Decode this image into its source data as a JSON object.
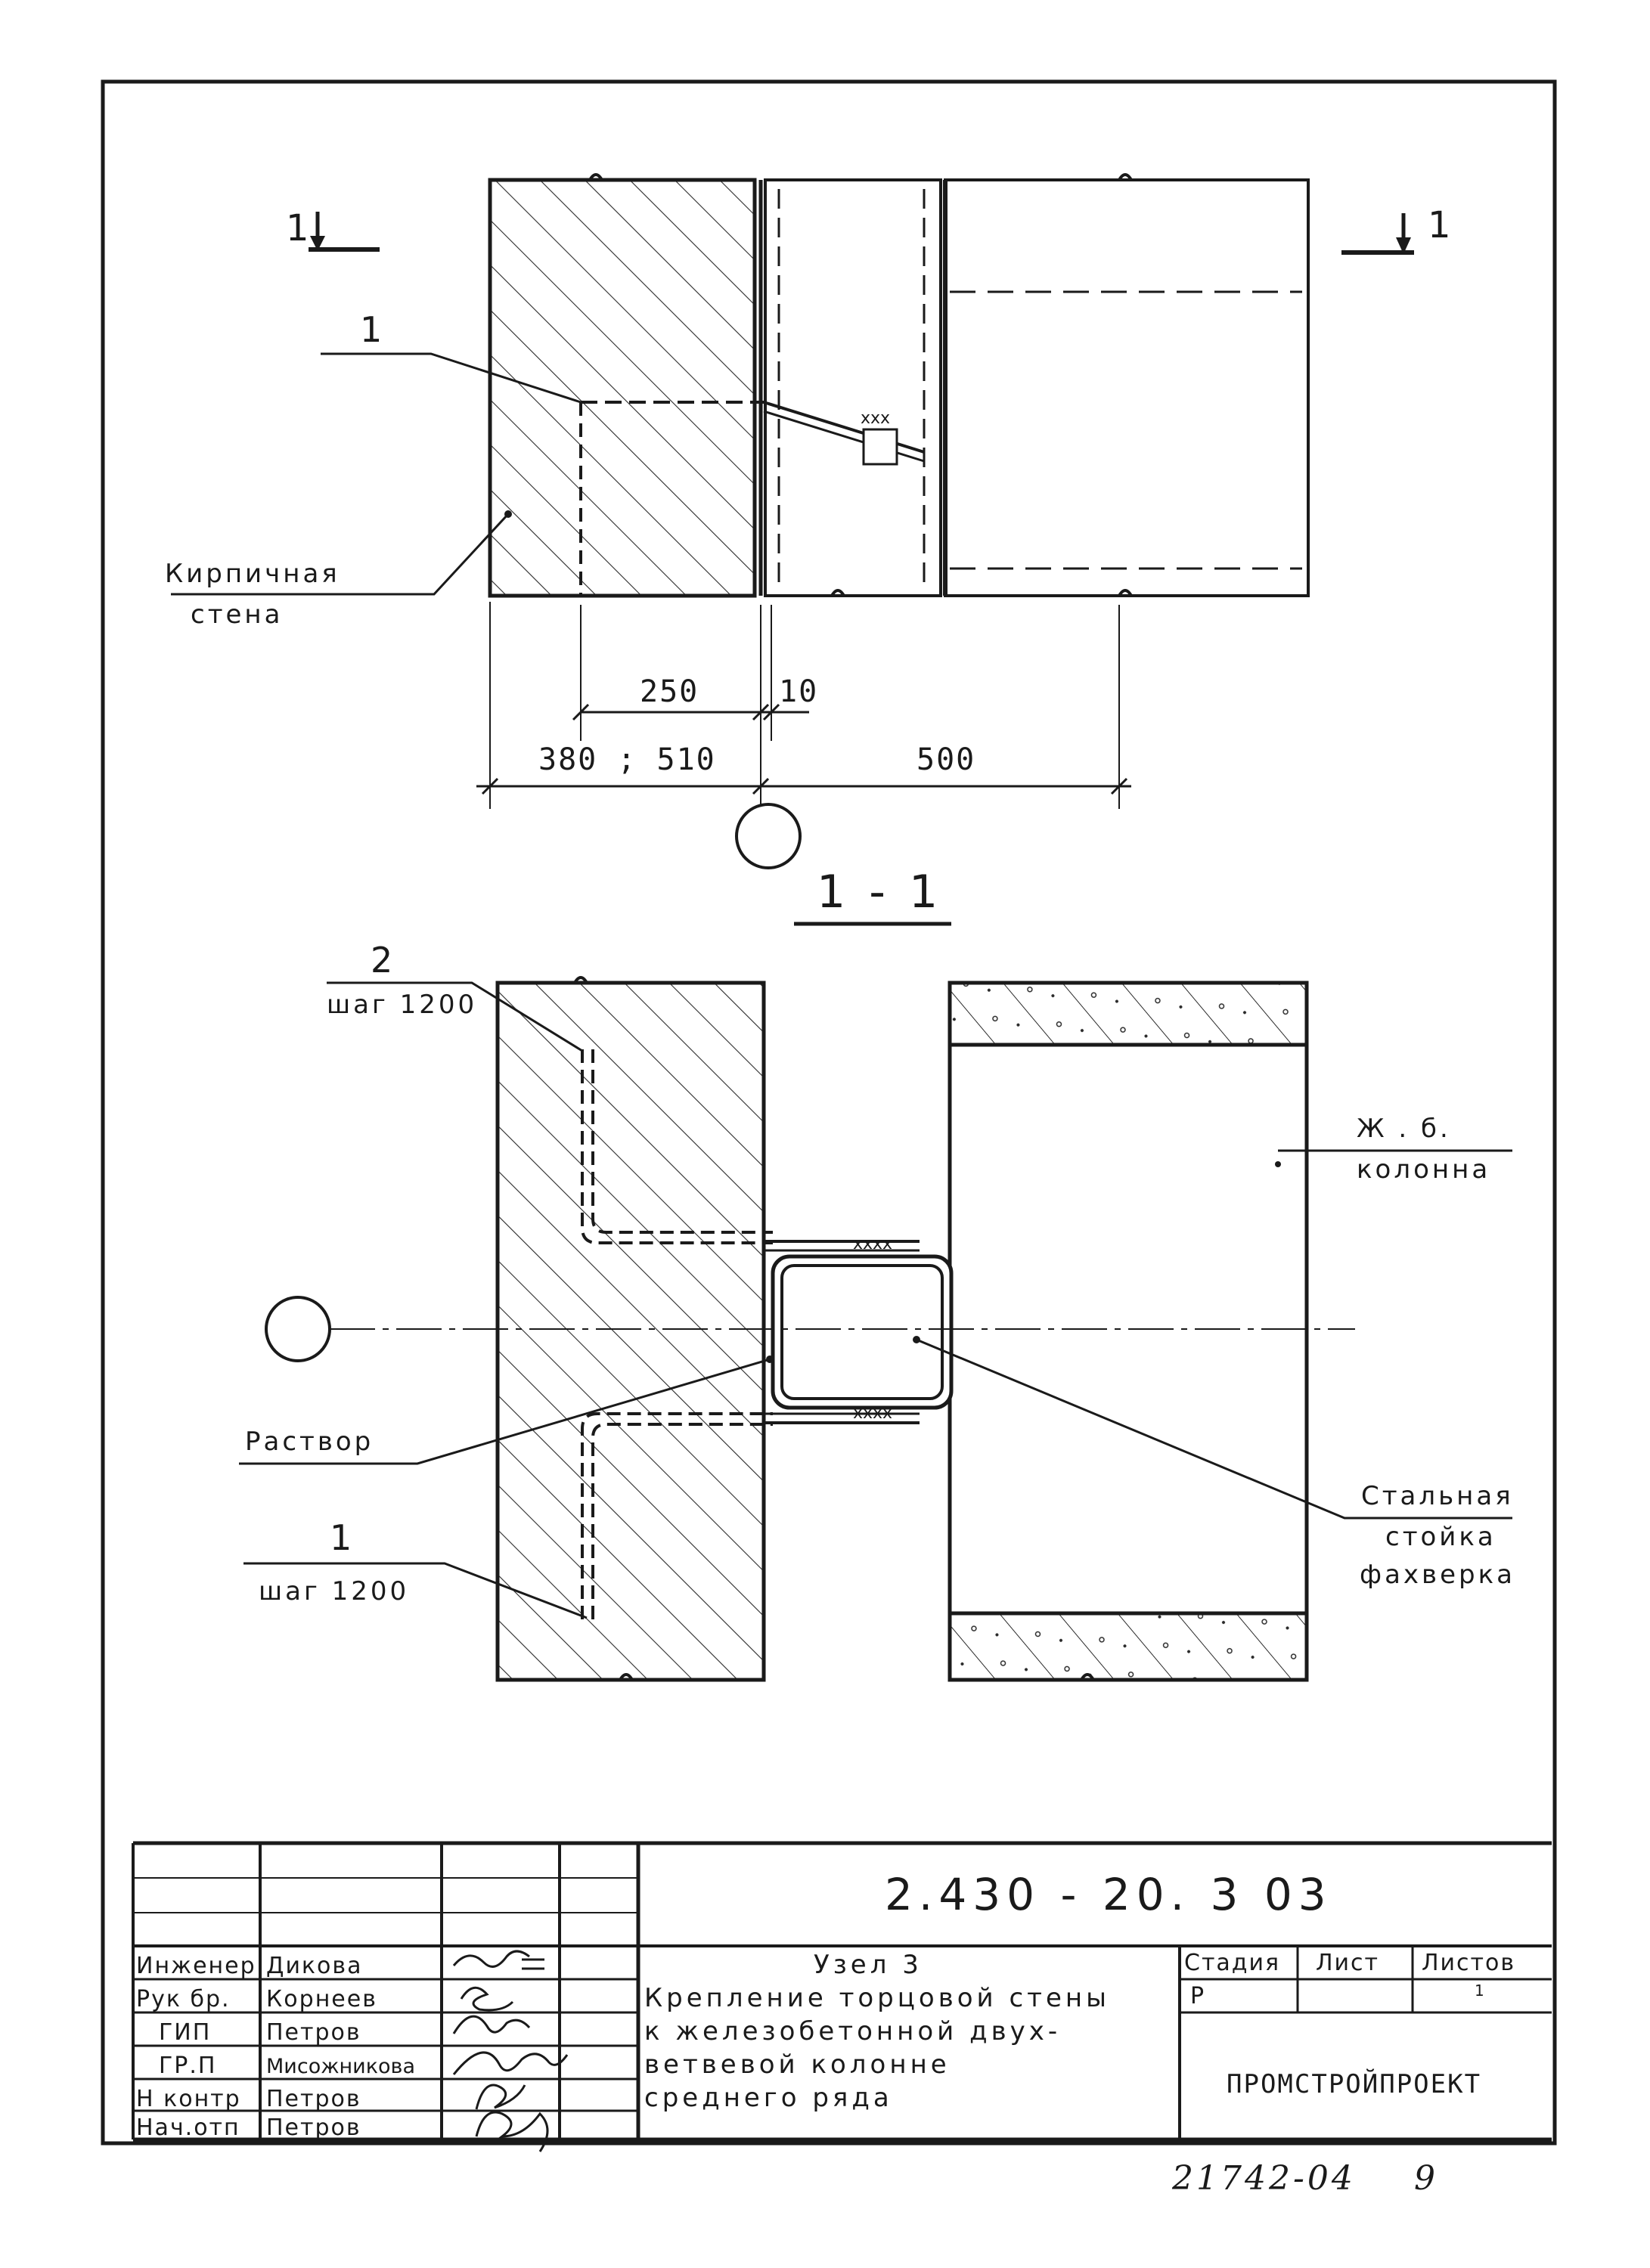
{
  "plan": {
    "section_mark": "1",
    "callout_1": "1",
    "wall_label_1": "Кирпичная",
    "wall_label_2": "стена",
    "dims": {
      "d250": "250",
      "d10": "10",
      "d380": "380 ; 510",
      "d500": "500"
    },
    "anchor_marks": "xxx"
  },
  "section": {
    "title": "1 - 1",
    "callout_2": "2",
    "step_2": "шаг 1200",
    "callout_1": "1",
    "step_1": "шаг 1200",
    "column_label_1": "Ж . б.",
    "column_label_2": "колонна",
    "mortar_label": "Раствор",
    "steel_label_1": "Стальная",
    "steel_label_2": "стойка",
    "steel_label_3": "фахверка"
  },
  "title_block": {
    "doc_code": "2.430 - 20. 3 03",
    "roles": [
      "Инженер",
      "Рук бр.",
      "ГИП",
      "ГР.П",
      "Н контр",
      "Нач.отп"
    ],
    "names": [
      "Дикова",
      "Корнеев",
      "Петров",
      "Мисожникова",
      "Петров",
      "Петров"
    ],
    "node_title": "Узел 3",
    "desc_lines": [
      "Крепление торцовой стены",
      "к железобетонной двух-",
      "ветвевой колонне",
      "среднего ряда"
    ],
    "stage_header": "Стадия",
    "sheet_header": "Лист",
    "sheets_header": "Листов",
    "stage_value": "Р",
    "sheet_value": "",
    "sheets_value": "1",
    "organization": "ПРОМСТРОЙПРОЕКТ"
  },
  "footer": {
    "archive_number": "21742-04",
    "page_number": "9"
  }
}
